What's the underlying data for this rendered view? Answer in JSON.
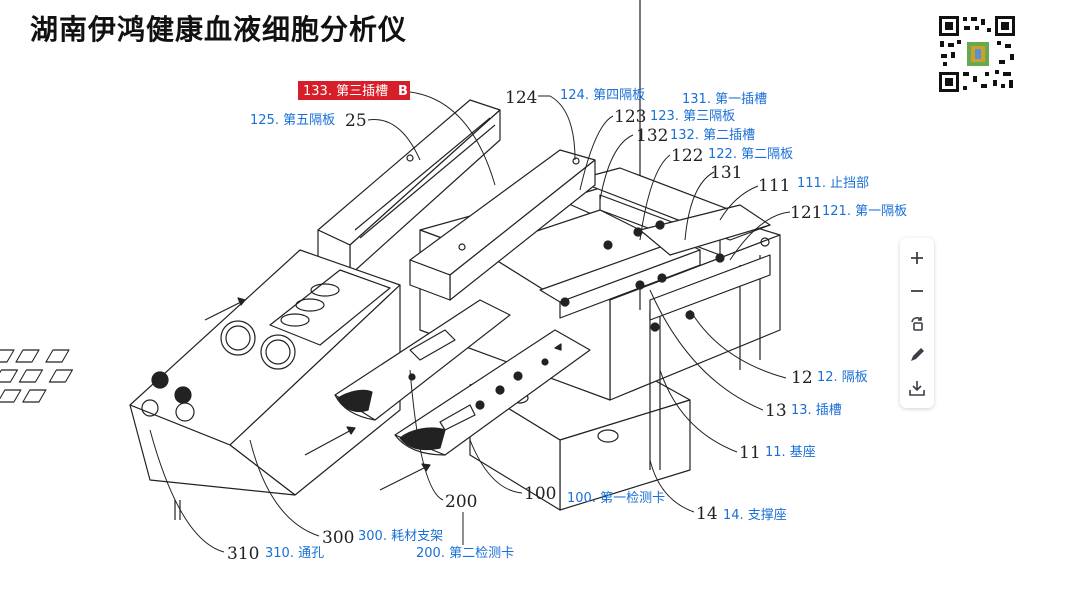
{
  "title": "湖南伊鸿健康血液细胞分析仪",
  "qr_icon": "qr-code",
  "callouts": [
    {
      "id": "c133",
      "number": "",
      "label": "133. 第三插槽",
      "highlight": true,
      "tag": "B"
    },
    {
      "id": "c124",
      "number": "124",
      "label": "124. 第四隔板"
    },
    {
      "id": "c131a",
      "number": "",
      "label": "131. 第一插槽"
    },
    {
      "id": "c125",
      "number": "25",
      "label": "125. 第五隔板"
    },
    {
      "id": "c123",
      "number": "123",
      "label": "123. 第三隔板"
    },
    {
      "id": "c132",
      "number": "132",
      "label": "132. 第二插槽"
    },
    {
      "id": "c122",
      "number": "122",
      "label": "122. 第二隔板"
    },
    {
      "id": "c131",
      "number": "131",
      "label": ""
    },
    {
      "id": "c111",
      "number": "111",
      "label": "111. 止挡部"
    },
    {
      "id": "c121",
      "number": "121",
      "label": "121. 第一隔板"
    },
    {
      "id": "c12",
      "number": "12",
      "label": "12. 隔板"
    },
    {
      "id": "c13",
      "number": "13",
      "label": "13. 插槽"
    },
    {
      "id": "c11",
      "number": "11",
      "label": "11. 基座"
    },
    {
      "id": "c200",
      "number": "200",
      "label": ""
    },
    {
      "id": "c100",
      "number": "100",
      "label": "100. 第一检测卡"
    },
    {
      "id": "c14",
      "number": "14",
      "label": "14. 支撑座"
    },
    {
      "id": "c300",
      "number": "300",
      "label": "300. 耗材支架"
    },
    {
      "id": "c310",
      "number": "310",
      "label": "310. 通孔"
    },
    {
      "id": "c200b",
      "number": "",
      "label": "200. 第二检测卡"
    }
  ],
  "toolbar": {
    "items": [
      {
        "icon": "zoom-in-icon"
      },
      {
        "icon": "zoom-out-icon"
      },
      {
        "icon": "rotate-icon"
      },
      {
        "icon": "edit-icon"
      },
      {
        "icon": "download-icon"
      }
    ]
  },
  "colors": {
    "label": "#1a6fd6",
    "badge": "#d71f2a",
    "line": "#222222"
  }
}
